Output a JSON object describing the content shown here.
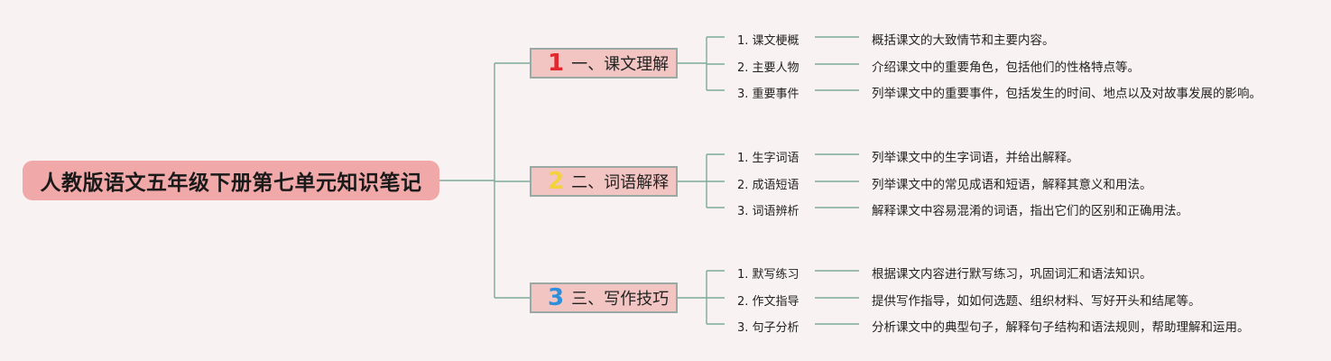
{
  "root": {
    "title": "人教版语文五年级下册第七单元知识笔记"
  },
  "colors": {
    "background": "#f9f2f3",
    "root_fill": "#f1a8a8",
    "branch_fill": "#f3c5c2",
    "branch_border": "#9aa9a4",
    "line": "#7eaa98"
  },
  "branches": [
    {
      "number": "1",
      "number_color": "#e0282e",
      "title": "一、课文理解",
      "items": [
        {
          "label": "1. 课文梗概",
          "desc": "概括课文的大致情节和主要内容。"
        },
        {
          "label": "2. 主要人物",
          "desc": "介绍课文中的重要角色，包括他们的性格特点等。"
        },
        {
          "label": "3. 重要事件",
          "desc": "列举课文中的重要事件，包括发生的时间、地点以及对故事发展的影响。"
        }
      ]
    },
    {
      "number": "2",
      "number_color": "#f4d23e",
      "title": "二、词语解释",
      "items": [
        {
          "label": "1. 生字词语",
          "desc": "列举课文中的生字词语，并给出解释。"
        },
        {
          "label": "2. 成语短语",
          "desc": "列举课文中的常见成语和短语，解释其意义和用法。"
        },
        {
          "label": "3. 词语辨析",
          "desc": "解释课文中容易混淆的词语，指出它们的区别和正确用法。"
        }
      ]
    },
    {
      "number": "3",
      "number_color": "#2f8fd8",
      "title": "三、写作技巧",
      "items": [
        {
          "label": "1. 默写练习",
          "desc": "根据课文内容进行默写练习，巩固词汇和语法知识。"
        },
        {
          "label": "2. 作文指导",
          "desc": "提供写作指导，如如何选题、组织材料、写好开头和结尾等。"
        },
        {
          "label": "3. 句子分析",
          "desc": "分析课文中的典型句子，解释句子结构和语法规则，帮助理解和运用。"
        }
      ]
    }
  ]
}
